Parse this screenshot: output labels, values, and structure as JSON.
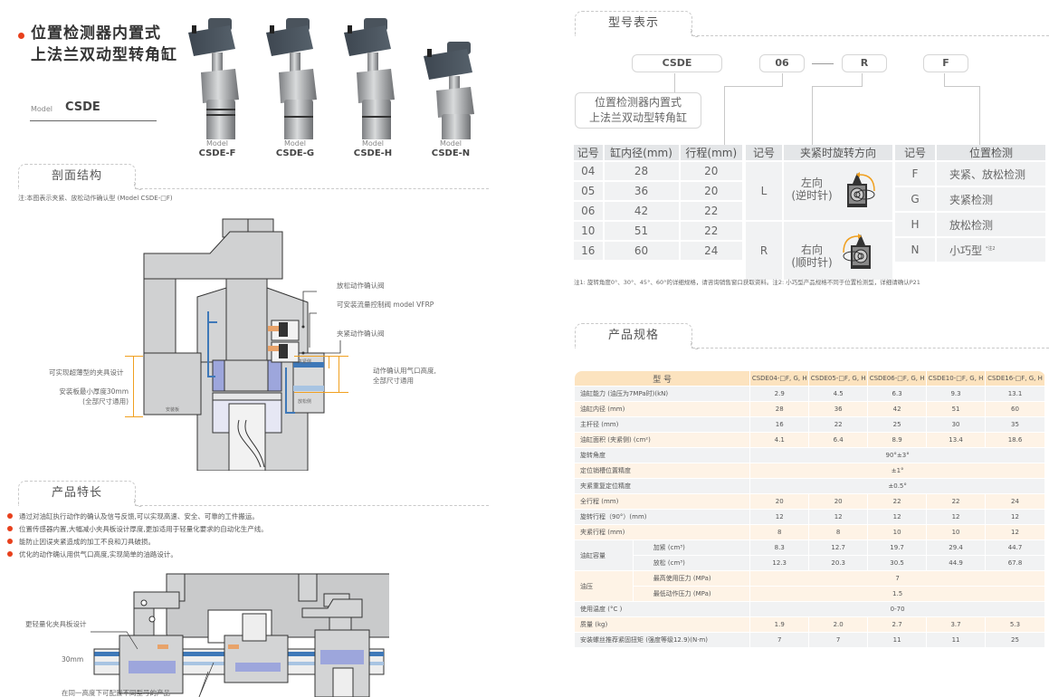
{
  "left_page": {
    "title_line1": "位置检测器内置式",
    "title_line2": "上法兰双动型转角缸",
    "model_label": "Model",
    "model_value": "CSDE",
    "products": [
      {
        "caption": "Model",
        "name": "CSDE-F"
      },
      {
        "caption": "Model",
        "name": "CSDE-G"
      },
      {
        "caption": "Model",
        "name": "CSDE-H"
      },
      {
        "caption": "Model",
        "name": "CSDE-N"
      }
    ],
    "section_cross": {
      "title": "剖面结构",
      "note": "注:本图表示夹紧、放松动作确认型 (Model CSDE-□F)",
      "callouts": {
        "release_valve": "放松动作确认阀",
        "flow_valve": "可安装流量控制阀 model VFRP",
        "clamp_valve": "夹紧动作确认阀",
        "thin_design": "可实现超薄型的夹具设计",
        "min_thickness_1": "安装板最小厚度30mm",
        "min_thickness_2": "(全部尺寸通用)",
        "port_height_1": "动作确认用气口高度,",
        "port_height_2": "全部尺寸通用",
        "mount_plate": "安装板",
        "clamp_side": "夹紧侧",
        "release_side": "放松侧"
      }
    },
    "section_features": {
      "title": "产品特长",
      "items": [
        "通过对油缸执行动作的确认及信号反馈,可以实现高速、安全、可靠的工件搬运。",
        "位置传感器内置,大幅减小夹具板设计厚度,更加适用于轻量化要求的自动化生产线。",
        "能防止因误夹紧造成的加工不良和刀具破损。",
        "优化的动作确认用供气口高度,实现简单的油路设计。"
      ],
      "callouts": {
        "lighter": "更轻量化夹具板设计",
        "height": "30mm",
        "same_height": "在同一高度下可配置不同型号的产品"
      }
    }
  },
  "right_page": {
    "section_model": {
      "title": "型号表示",
      "code_parts": [
        "CSDE",
        "06",
        "R",
        "F"
      ],
      "desc_line1": "位置检测器内置式",
      "desc_line2": "上法兰双动型转角缸",
      "bore_table": {
        "headers": [
          "记号",
          "缸内径(mm)",
          "行程(mm)"
        ],
        "rows": [
          [
            "04",
            "28",
            "20"
          ],
          [
            "05",
            "36",
            "20"
          ],
          [
            "06",
            "42",
            "22"
          ],
          [
            "10",
            "51",
            "22"
          ],
          [
            "16",
            "60",
            "24"
          ]
        ]
      },
      "direction_table": {
        "headers": [
          "记号",
          "夹紧时旋转方向"
        ],
        "rows": [
          {
            "code": "L",
            "line1": "左向",
            "line2": "(逆时针)"
          },
          {
            "code": "R",
            "line1": "右向",
            "line2": "(顺时针)"
          }
        ]
      },
      "detect_table": {
        "headers": [
          "记号",
          "位置检测"
        ],
        "rows": [
          {
            "code": "F",
            "label": "夹紧、放松检测",
            "sup": ""
          },
          {
            "code": "G",
            "label": "夹紧检测",
            "sup": ""
          },
          {
            "code": "H",
            "label": "放松检测",
            "sup": ""
          },
          {
            "code": "N",
            "label": "小巧型",
            "sup": "*注2"
          }
        ]
      },
      "footnote": "注1: 旋转角度0°、30°、45°、60°的详细规格，请咨询销售窗口获取资料。注2: 小巧型产品规格不同于位置检测型，详细请确认P21"
    },
    "section_spec": {
      "title": "产品规格",
      "header_label": "型 号",
      "models": [
        "CSDE04-□F, G, H",
        "CSDE05-□F, G, H",
        "CSDE06-□F, G, H",
        "CSDE10-□F, G, H",
        "CSDE16-□F, G, H"
      ],
      "rows": [
        {
          "label": "油缸能力 (油压为7MPa时)(kN)",
          "values": [
            "2.9",
            "4.5",
            "6.3",
            "9.3",
            "13.1"
          ]
        },
        {
          "label": "油缸内径 (mm)",
          "values": [
            "28",
            "36",
            "42",
            "51",
            "60"
          ]
        },
        {
          "label": "主杆径 (mm)",
          "values": [
            "16",
            "22",
            "25",
            "30",
            "35"
          ]
        },
        {
          "label": "油缸面积 (夹紧侧) (cm²)",
          "values": [
            "4.1",
            "6.4",
            "8.9",
            "13.4",
            "18.6"
          ]
        },
        {
          "label": "旋转角度",
          "span": "90°±3°"
        },
        {
          "label": "定位销槽位置精度",
          "span": "±1°"
        },
        {
          "label": "夹紧重复定位精度",
          "span": "±0.5°"
        },
        {
          "label": "全行程 (mm)",
          "values": [
            "20",
            "20",
            "22",
            "22",
            "24"
          ]
        },
        {
          "label": "旋转行程（90°）(mm)",
          "values": [
            "12",
            "12",
            "12",
            "12",
            "12"
          ]
        },
        {
          "label": "夹紧行程 (mm)",
          "values": [
            "8",
            "8",
            "10",
            "10",
            "12"
          ]
        }
      ],
      "volume": {
        "group": "油缸容量",
        "rows": [
          {
            "label": "加紧 (cm³)",
            "values": [
              "8.3",
              "12.7",
              "19.7",
              "29.4",
              "44.7"
            ]
          },
          {
            "label": "放松 (cm³)",
            "values": [
              "12.3",
              "20.3",
              "30.5",
              "44.9",
              "67.8"
            ]
          }
        ]
      },
      "pressure": {
        "group": "油压",
        "rows": [
          {
            "label": "最高使用压力 (MPa)",
            "span": "7"
          },
          {
            "label": "最低动作压力 (MPa)",
            "span": "1.5"
          }
        ]
      },
      "tail_rows": [
        {
          "label": "使用温度 (°C )",
          "span": "0-70"
        },
        {
          "label": "质量 (kg)",
          "values": [
            "1.9",
            "2.0",
            "2.7",
            "3.7",
            "5.3"
          ]
        },
        {
          "label": "安装螺丝推荐紧固扭矩 (强度等级12.9)(N·m)",
          "values": [
            "7",
            "7",
            "11",
            "11",
            "25"
          ]
        }
      ]
    }
  },
  "colors": {
    "accent_red": "#e8401c",
    "orange_line": "#f0a020",
    "header_orange": "#fce3bf",
    "row_orange": "#fef3e6",
    "row_gray": "#f1f2f3",
    "oil_blue": "#9da6dc",
    "port_blue": "#3e78b8"
  }
}
